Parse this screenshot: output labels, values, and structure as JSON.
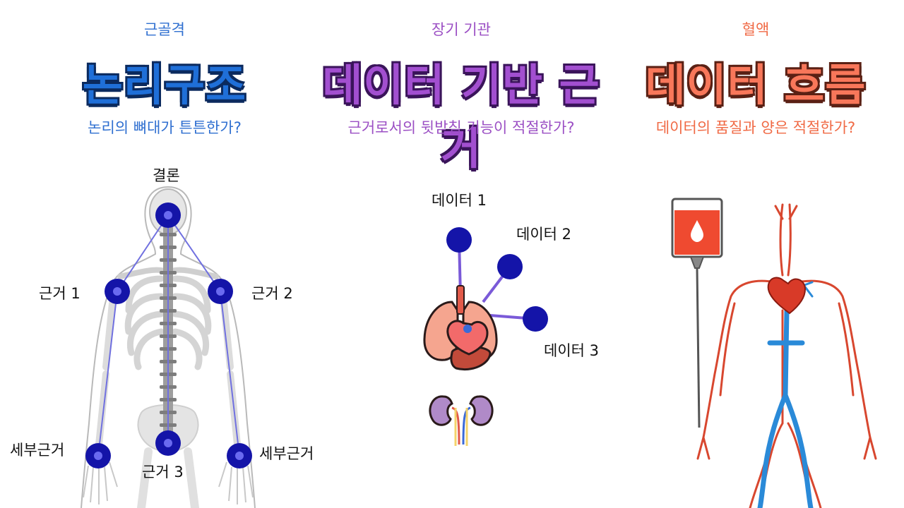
{
  "columns": [
    {
      "category": "근골격",
      "title": "논리구조",
      "question": "논리의 뼈대가 튼튼한가?",
      "color": "#2f6fd0",
      "title_fill": "#1f6fd8"
    },
    {
      "category": "장기 기관",
      "title": "데이터 기반 근거",
      "question": "근거로서의 뒷받침 기능이 적절한가?",
      "color": "#9b4fc4",
      "title_fill": "#a24fd0"
    },
    {
      "category": "혈액",
      "title": "데이터 흐름",
      "question": "데이터의 품질과 양은 적절한가?",
      "color": "#f06a45",
      "title_fill": "#f8775a"
    }
  ],
  "skeleton_labels": {
    "conclusion": "결론",
    "evidence_1": "근거 1",
    "evidence_2": "근거 2",
    "evidence_3": "근거 3",
    "sub_evidence_left": "세부근거",
    "sub_evidence_right": "세부근거"
  },
  "organ_labels": {
    "data_1": "데이터 1",
    "data_2": "데이터 2",
    "data_3": "데이터 3"
  },
  "node_color": "#1414a8"
}
